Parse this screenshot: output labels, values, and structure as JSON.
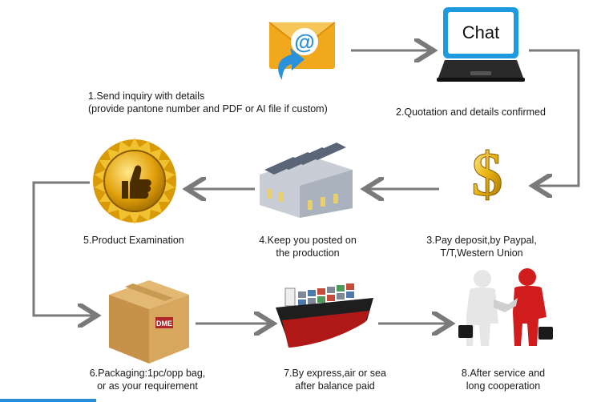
{
  "steps": [
    {
      "id": "1",
      "line1": "1.Send inquiry with details",
      "line2": "(provide pantone number and PDF or AI file if custom)",
      "icon": "email-icon"
    },
    {
      "id": "2",
      "line1": "2.Quotation and details confirmed",
      "icon": "laptop-chat-icon",
      "screen_text": "Chat"
    },
    {
      "id": "3",
      "line1": "3.Pay deposit,by Paypal,",
      "line2": "T/T,Western Union",
      "icon": "dollar-sign-icon"
    },
    {
      "id": "4",
      "line1": "4.Keep you posted on",
      "line2": "the production",
      "icon": "factory-icon"
    },
    {
      "id": "5",
      "line1": "5.Product Examination",
      "icon": "thumbs-up-seal-icon"
    },
    {
      "id": "6",
      "line1": "6.Packaging:1pc/opp bag,",
      "line2": "or as your requirement",
      "icon": "cardboard-box-icon",
      "box_text": "DME"
    },
    {
      "id": "7",
      "line1": "7.By express,air or sea",
      "line2": "after balance paid",
      "icon": "cargo-ship-icon"
    },
    {
      "id": "8",
      "line1": "8.After service and",
      "line2": "long cooperation",
      "icon": "handshake-icon"
    }
  ],
  "colors": {
    "arrow": "#7a7a7a",
    "envelope": "#f2a81d",
    "chat_screen_border": "#1e9be0",
    "gold": "#e8b20f",
    "ship_hull": "#b01818",
    "accent_bar": "#2a8fd6"
  }
}
